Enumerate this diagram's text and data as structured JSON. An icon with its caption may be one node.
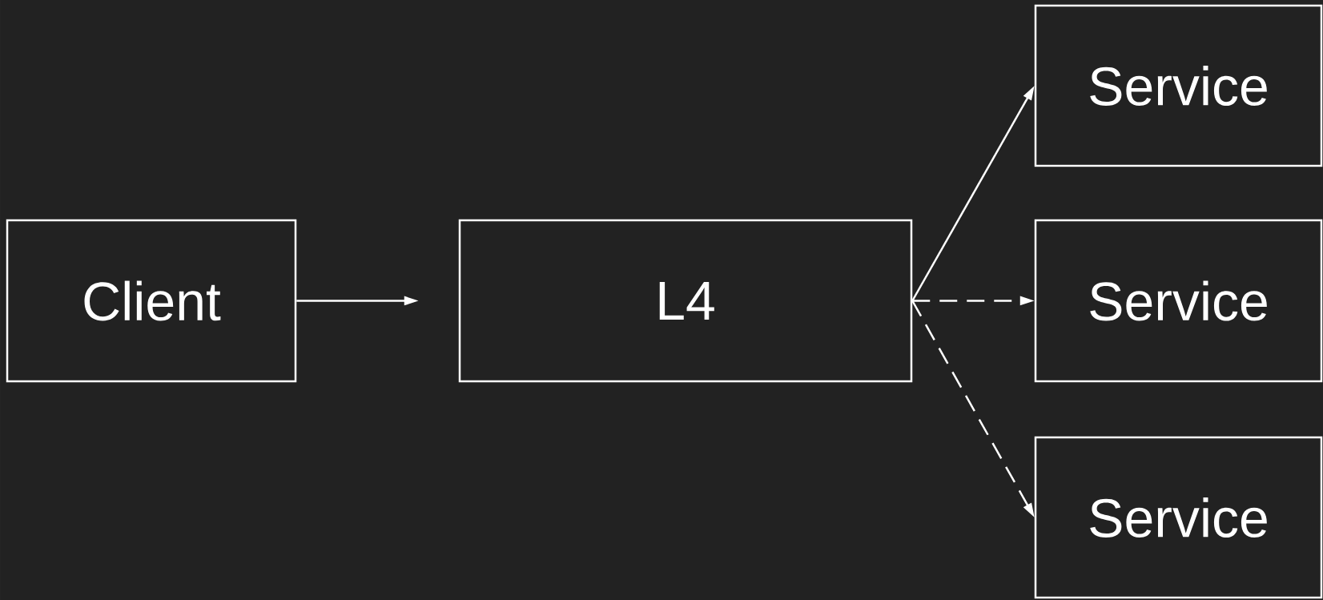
{
  "diagram": {
    "nodes": [
      {
        "text": [
          "Client"
        ]
      },
      {
        "text": [
          "L4"
        ]
      },
      {
        "text": [
          "Service"
        ]
      },
      {
        "text": [
          "Service"
        ]
      },
      {
        "text": [
          "Service"
        ]
      }
    ],
    "edges": [
      {
        "from": 0,
        "to": 1,
        "arrow": "to"
      },
      {
        "from": 1,
        "to": 2,
        "arrow": "to"
      },
      {
        "from": 1,
        "to": 3,
        "arrow": "to",
        "style": "dashed"
      },
      {
        "from": 1,
        "to": 4,
        "arrow": "to",
        "style": "dashed"
      }
    ]
  }
}
